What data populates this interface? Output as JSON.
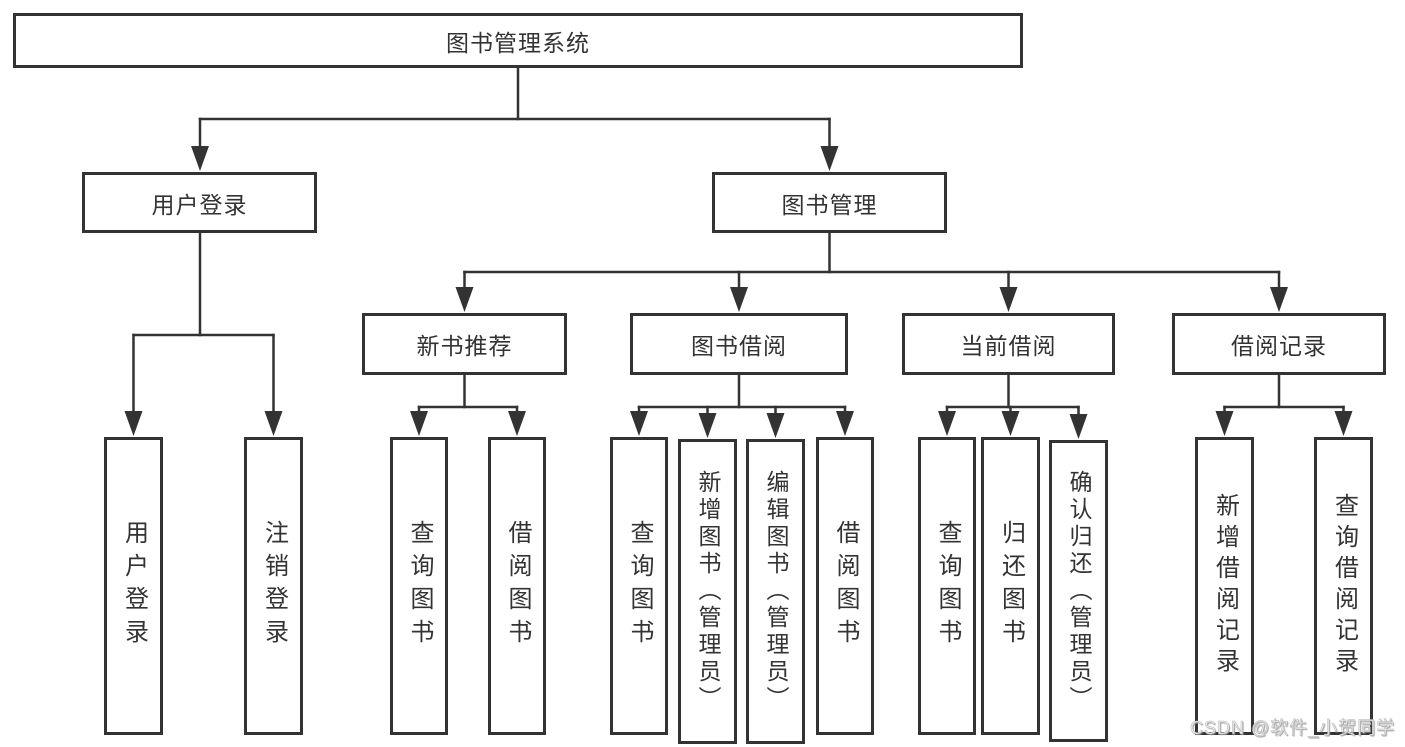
{
  "diagram_title": "图书管理系统",
  "tree": {
    "label": "图书管理系统",
    "children": [
      {
        "label": "用户登录",
        "children": [
          {
            "label": "用户登录"
          },
          {
            "label": "注销登录"
          }
        ]
      },
      {
        "label": "图书管理",
        "children": [
          {
            "label": "新书推荐",
            "children": [
              {
                "label": "查询图书"
              },
              {
                "label": "借阅图书"
              }
            ]
          },
          {
            "label": "图书借阅",
            "children": [
              {
                "label": "查询图书"
              },
              {
                "label": "新增图书（管理员）"
              },
              {
                "label": "编辑图书（管理员）"
              },
              {
                "label": "借阅图书"
              }
            ]
          },
          {
            "label": "当前借阅",
            "children": [
              {
                "label": "查询图书"
              },
              {
                "label": "归还图书"
              },
              {
                "label": "确认归还（管理员）"
              }
            ]
          },
          {
            "label": "借阅记录",
            "children": [
              {
                "label": "新增借阅记录"
              },
              {
                "label": "查询借阅记录"
              }
            ]
          }
        ]
      }
    ]
  },
  "watermark": "CSDN @软件_小贺同学",
  "colors": {
    "background": "#ffffff",
    "box_border": "#333333",
    "connector_line": "#333333",
    "text": "#333333",
    "watermark_text": "#ececec"
  }
}
